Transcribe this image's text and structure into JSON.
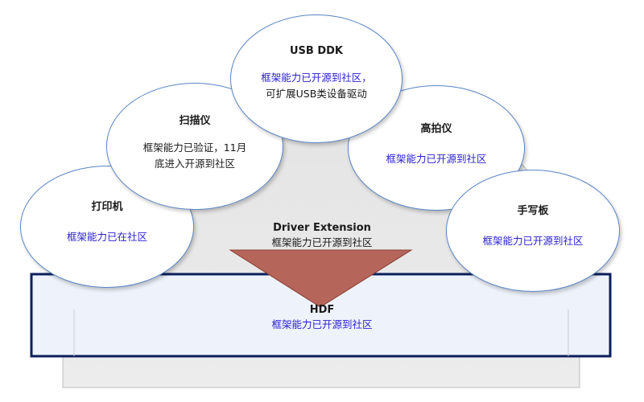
{
  "usb_ddk": {
    "title": "USB DDK",
    "line1": "框架能力已开源到社区，",
    "line2": "可扩展USB类设备驱动"
  },
  "scanner": {
    "title": "扫描仪",
    "line1": "框架能力已验证，11月",
    "line2": "底进入开源到社区"
  },
  "high_speed_camera": {
    "title": "高拍仪",
    "line1": "框架能力已开源到社区"
  },
  "printer": {
    "title": "打印机",
    "line1": "框架能力已在社区"
  },
  "tablet": {
    "title": "手写板",
    "line1": "框架能力已开源到社区"
  },
  "driver_extension": {
    "title": "Driver Extension",
    "line1": "框架能力已开源到社区"
  },
  "hdf": {
    "title": "HDF",
    "line1": "框架能力已开源到社区"
  },
  "colors": {
    "accent_blue": "#2a1fd1",
    "hdf_border": "#0b1f5e",
    "arrow_fill": "#b5655a"
  }
}
